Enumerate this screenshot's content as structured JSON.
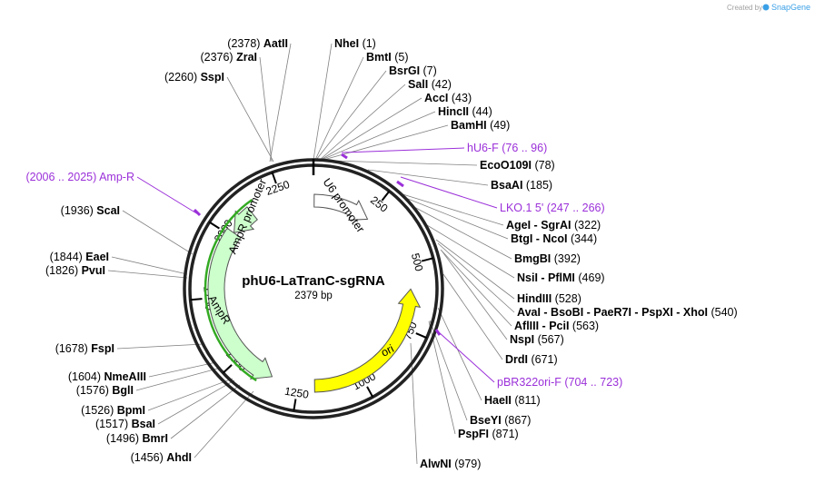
{
  "brand": {
    "prefix": "Created by",
    "name": "SnapGene",
    "icon": "snapgene-logo-icon"
  },
  "plasmid": {
    "name": "phU6-LaTranC-sgRNA",
    "size_label": "2379 bp",
    "length": 2379
  },
  "position_ticks": [
    "250",
    "500",
    "750",
    "1000",
    "1250",
    "1500",
    "1750",
    "2000",
    "2250"
  ],
  "features": [
    {
      "name": "U6 promoter",
      "start": 3,
      "end": 250,
      "color": "#ffffff"
    },
    {
      "name": "ori",
      "start": 596,
      "end": 1185,
      "color": "#ffff00"
    },
    {
      "name": "AmpR",
      "start": 1356,
      "end": 2016,
      "color": "#ccffcc"
    },
    {
      "name": "AmpR promoter",
      "start": 2017,
      "end": 2121,
      "color": "#ccffcc"
    }
  ],
  "primers": [
    {
      "name": "hU6-F",
      "range": "(76 .. 96)",
      "color": "#9b30d9"
    },
    {
      "name": "LKO.1 5'",
      "range": "(247 .. 266)",
      "color": "#9b30d9"
    },
    {
      "name": "pBR322ori-F",
      "range": "(704 .. 723)",
      "color": "#9b30d9"
    },
    {
      "name": "Amp-R",
      "range": "(2006 .. 2025)",
      "color": "#9b30d9"
    }
  ],
  "sites": [
    {
      "name": "AatII",
      "pos": "(2378)"
    },
    {
      "name": "ZraI",
      "pos": "(2376)"
    },
    {
      "name": "SspI",
      "pos": "(2260)"
    },
    {
      "name": "NheI",
      "pos": "(1)"
    },
    {
      "name": "BmtI",
      "pos": "(5)"
    },
    {
      "name": "BsrGI",
      "pos": "(7)"
    },
    {
      "name": "SalI",
      "pos": "(42)"
    },
    {
      "name": "AccI",
      "pos": "(43)"
    },
    {
      "name": "HincII",
      "pos": "(44)"
    },
    {
      "name": "BamHI",
      "pos": "(49)"
    },
    {
      "name": "EcoO109I",
      "pos": "(78)"
    },
    {
      "name": "BsaAI",
      "pos": "(185)"
    },
    {
      "name": "AgeI - SgrAI",
      "pos": "(322)"
    },
    {
      "name": "BtgI - NcoI",
      "pos": "(344)"
    },
    {
      "name": "BmgBI",
      "pos": "(392)"
    },
    {
      "name": "NsiI - PflMI",
      "pos": "(469)"
    },
    {
      "name": "HindIII",
      "pos": "(528)"
    },
    {
      "name": "AvaI - BsoBI - PaeR7I - PspXI - XhoI",
      "pos": "(540)"
    },
    {
      "name": "AflIII - PciI",
      "pos": "(563)"
    },
    {
      "name": "NspI",
      "pos": "(567)"
    },
    {
      "name": "DrdI",
      "pos": "(671)"
    },
    {
      "name": "HaeII",
      "pos": "(811)"
    },
    {
      "name": "BseYI",
      "pos": "(867)"
    },
    {
      "name": "PspFI",
      "pos": "(871)"
    },
    {
      "name": "AlwNI",
      "pos": "(979)"
    },
    {
      "name": "AhdI",
      "pos": "(1456)"
    },
    {
      "name": "BmrI",
      "pos": "(1496)"
    },
    {
      "name": "BsaI",
      "pos": "(1517)"
    },
    {
      "name": "BpmI",
      "pos": "(1526)"
    },
    {
      "name": "BglI",
      "pos": "(1576)"
    },
    {
      "name": "NmeAIII",
      "pos": "(1604)"
    },
    {
      "name": "FspI",
      "pos": "(1678)"
    },
    {
      "name": "PvuI",
      "pos": "(1826)"
    },
    {
      "name": "EaeI",
      "pos": "(1844)"
    },
    {
      "name": "ScaI",
      "pos": "(1936)"
    }
  ],
  "colors": {
    "backbone": "#222222",
    "primer": "#9b30d9",
    "ori": "#ffff00",
    "ampr": "#ccffcc",
    "ampr_edge": "#33aa22"
  }
}
